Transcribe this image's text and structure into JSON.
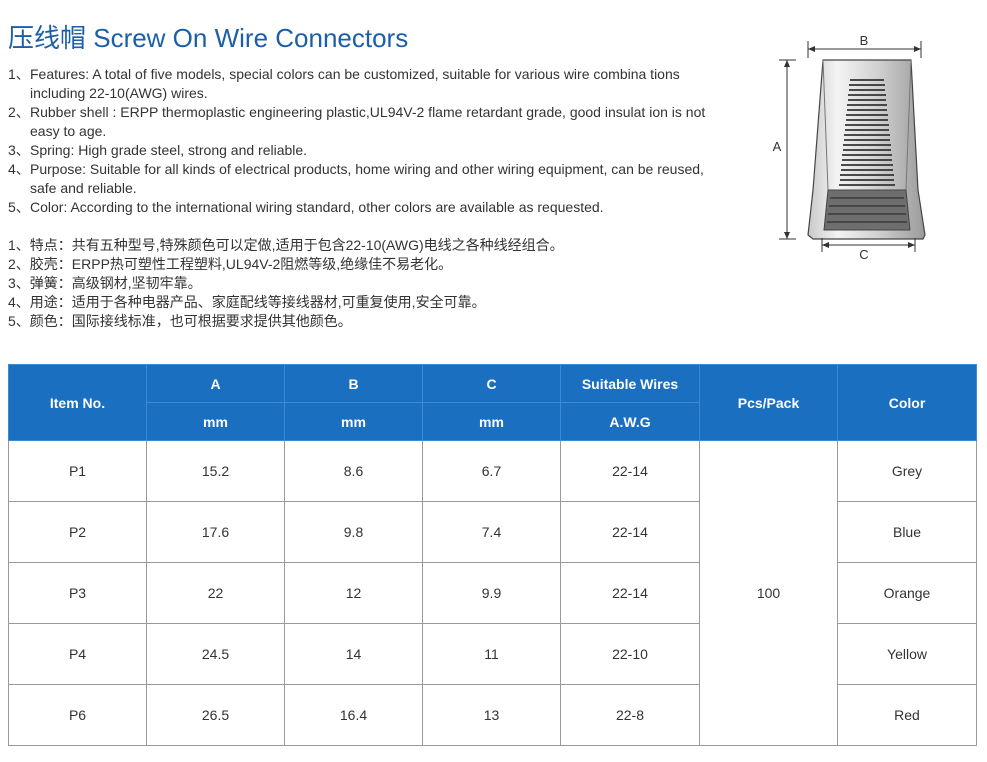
{
  "title": "压线帽 Screw On Wire Connectors",
  "features_en": [
    {
      "num": "1、",
      "text": "Features: A total of five models, special colors can be customized, suitable for various wire combina tions including 22-10(AWG) wires."
    },
    {
      "num": "2、",
      "text": "Rubber shell : ERPP thermoplastic engineering plastic,UL94V-2 flame retardant grade, good insulat ion is not easy to age."
    },
    {
      "num": "3、",
      "text": "Spring: High grade steel, strong and reliable."
    },
    {
      "num": "4、",
      "text": "Purpose: Suitable for all kinds of electrical products, home wiring and other wiring equipment, can be reused, safe and reliable."
    },
    {
      "num": "5、",
      "text": "Color: According to the international wiring standard, other colors are available as requested."
    }
  ],
  "features_cn": [
    "1、特点：共有五种型号,特殊颜色可以定做,适用于包含22-10(AWG)电线之各种线经组合。",
    "2、胶壳：ERPP热可塑性工程塑料,UL94V-2阻燃等级,绝缘佳不易老化。",
    "3、弹簧：高级钢材,坚韧牢靠。",
    "4、用途：适用于各种电器产品、家庭配线等接线器材,可重复使用,安全可靠。",
    "5、颜色：国际接线标准，也可根据要求提供其他颜色。"
  ],
  "diagram": {
    "label_a": "A",
    "label_b": "B",
    "label_c": "C"
  },
  "table": {
    "header": {
      "item_no": "Item No.",
      "a": "A",
      "b": "B",
      "c": "C",
      "wires": "Suitable Wires",
      "pcs": "Pcs/Pack",
      "color": "Color",
      "unit": "mm",
      "awg": "A.W.G"
    },
    "pcs_pack": "100",
    "rows": [
      {
        "item": "P1",
        "a": "15.2",
        "b": "8.6",
        "c": "6.7",
        "wires": "22-14",
        "color": "Grey"
      },
      {
        "item": "P2",
        "a": "17.6",
        "b": "9.8",
        "c": "7.4",
        "wires": "22-14",
        "color": "Blue"
      },
      {
        "item": "P3",
        "a": "22",
        "b": "12",
        "c": "9.9",
        "wires": "22-14",
        "color": "Orange"
      },
      {
        "item": "P4",
        "a": "24.5",
        "b": "14",
        "c": "11",
        "wires": "22-10",
        "color": "Yellow"
      },
      {
        "item": "P6",
        "a": "26.5",
        "b": "16.4",
        "c": "13",
        "wires": "22-8",
        "color": "Red"
      }
    ]
  },
  "colors": {
    "brand_blue": "#1a5fa8",
    "header_blue": "#1b6fc0"
  }
}
